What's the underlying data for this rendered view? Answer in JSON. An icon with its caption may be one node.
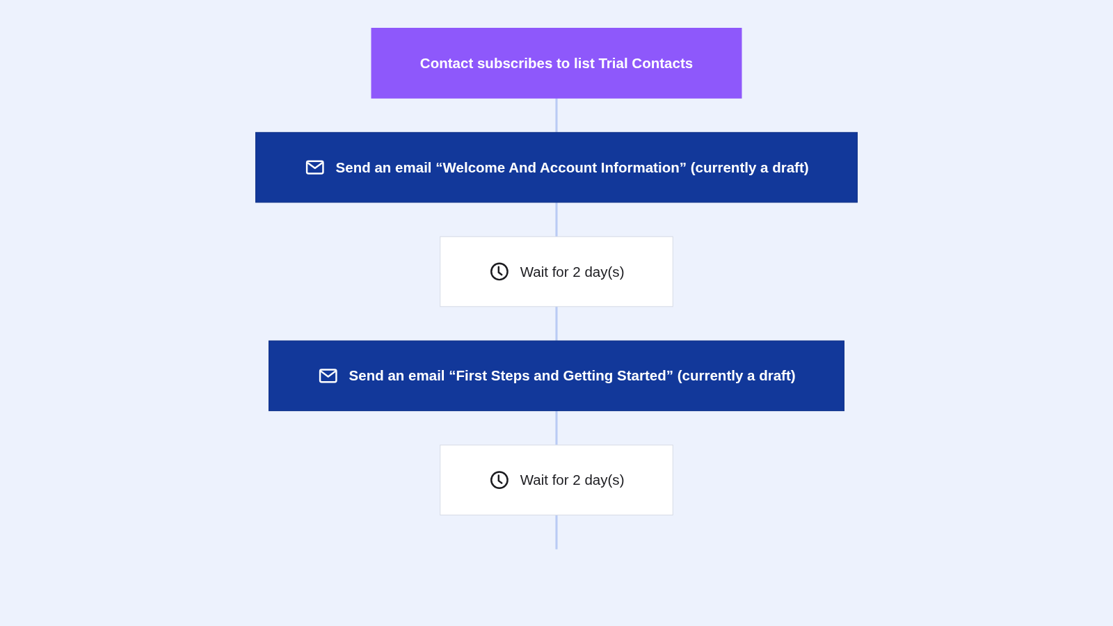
{
  "diagram": {
    "nodes": [
      {
        "text": [
          "Contact subscribes to list Trial Contacts"
        ]
      },
      {
        "text": [
          "Send an email “Welcome And Account Information” (currently a draft)"
        ]
      },
      {
        "text": [
          "Wait for 2 day(s)"
        ]
      },
      {
        "text": [
          "Send an email “First Steps and Getting Started” (currently a draft)"
        ]
      },
      {
        "text": [
          "Wait for 2 day(s)"
        ]
      }
    ],
    "edges": [
      {
        "from": 0,
        "to": 1,
        "arrow": "none"
      },
      {
        "from": 1,
        "to": 2,
        "arrow": "none"
      },
      {
        "from": 2,
        "to": 3,
        "arrow": "none"
      },
      {
        "from": 3,
        "to": 4,
        "arrow": "none"
      },
      {
        "from": 4,
        "to": null,
        "arrow": "none"
      }
    ]
  }
}
